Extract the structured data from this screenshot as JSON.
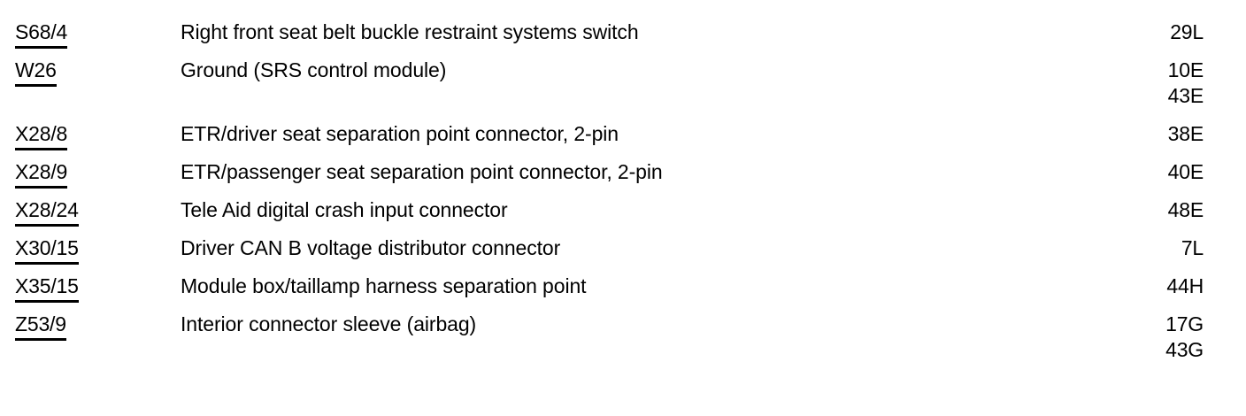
{
  "document": {
    "type": "wiring-diagram-component-index",
    "text_color": "#000000",
    "background_color": "#ffffff"
  },
  "rows": [
    {
      "code": "S68/4",
      "description": "Right front seat belt buckle restraint systems switch",
      "references": [
        "29L"
      ]
    },
    {
      "code": "W26",
      "description": "Ground (SRS control module)",
      "references": [
        "10E",
        "43E"
      ]
    },
    {
      "code": "X28/8",
      "description": "ETR/driver seat separation point connector, 2-pin",
      "references": [
        "38E"
      ]
    },
    {
      "code": "X28/9",
      "description": "ETR/passenger seat separation point connector, 2-pin",
      "references": [
        "40E"
      ]
    },
    {
      "code": "X28/24",
      "description": "Tele Aid digital crash input connector",
      "references": [
        "48E"
      ]
    },
    {
      "code": "X30/15",
      "description": "Driver CAN B voltage distributor connector",
      "references": [
        "7L"
      ]
    },
    {
      "code": "X35/15",
      "description": "Module box/taillamp harness separation point",
      "references": [
        "44H"
      ]
    },
    {
      "code": "Z53/9",
      "description": "Interior connector sleeve (airbag)",
      "references": [
        "17G",
        "43G"
      ]
    }
  ]
}
